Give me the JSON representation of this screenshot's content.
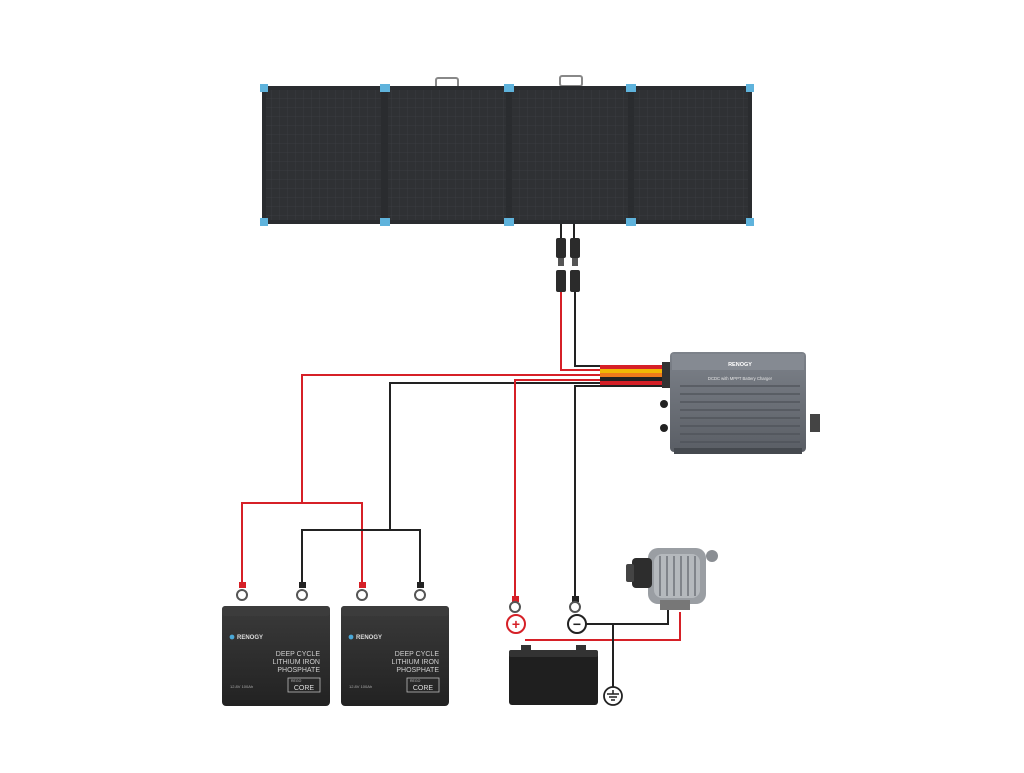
{
  "charger": {
    "brand": "RENOGY",
    "model": "DCDC with MPPT Battery Charger"
  },
  "batteries": [
    {
      "brand": "RENOGY",
      "line1": "DEEP CYCLE",
      "line2": "LITHIUM IRON",
      "line3": "PHOSPHATE",
      "spec": "12.8V 100Ah",
      "badge_top": "REGO",
      "badge_main": "CORE"
    },
    {
      "brand": "RENOGY",
      "line1": "DEEP CYCLE",
      "line2": "LITHIUM IRON",
      "line3": "PHOSPHATE",
      "spec": "12.8V 100Ah",
      "badge_top": "REGO",
      "badge_main": "CORE"
    }
  ],
  "starter_battery": {
    "positive_symbol": "+",
    "negative_symbol": "−"
  },
  "colors": {
    "positive_wire": "#d62027",
    "negative_wire": "#222222",
    "yellow_wire": "#f2b705",
    "orange_wire": "#f07a1a",
    "panel_frame": "#5fb3dc",
    "panel_cells": "#2e3033",
    "charger_body": "#6b7078",
    "battery_body": "#2b2b2b"
  },
  "icons": [
    "solar-panel-icon",
    "mc4-connector-icon",
    "dc-charger-icon",
    "lithium-battery-icon",
    "starter-battery-icon",
    "alternator-icon",
    "ground-icon",
    "ring-terminal-icon"
  ]
}
